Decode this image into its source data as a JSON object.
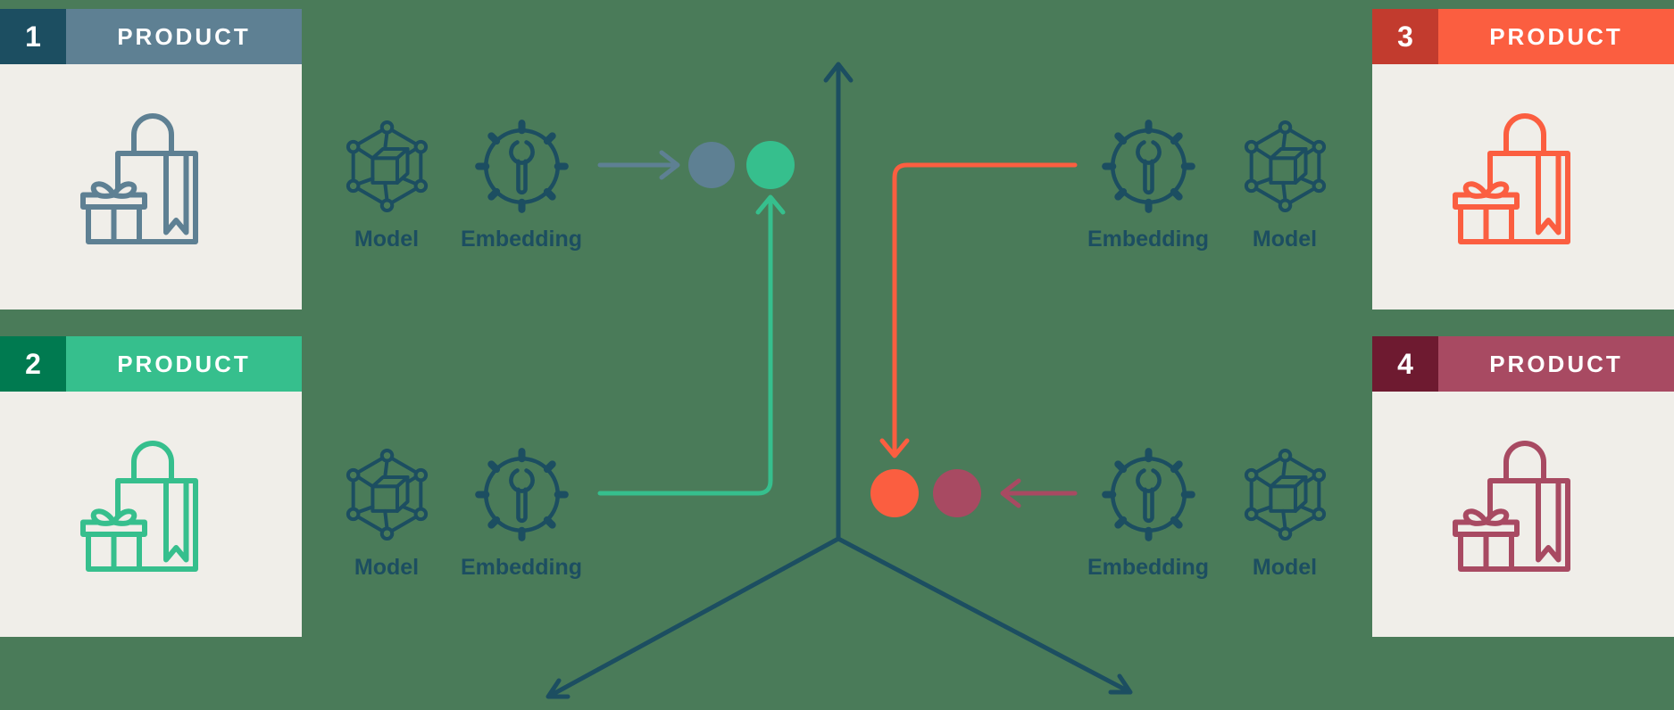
{
  "colors": {
    "background": "#4a7b59",
    "axis": "#1c4e61",
    "icon_outline": "#1c4e61",
    "card_body": "#f0eee9",
    "steel": "#5e8093",
    "green": "#36bf8d",
    "coral": "#fb5e40",
    "maroon": "#a84a62"
  },
  "cards": [
    {
      "number": "1",
      "label": "PRODUCT",
      "number_bg": "#1c4e61",
      "header_bg": "#5e8093",
      "icon_color": "#5e8093",
      "icon": "shopping-bag-gift"
    },
    {
      "number": "2",
      "label": "PRODUCT",
      "number_bg": "#007a50",
      "header_bg": "#36bf8d",
      "icon_color": "#36bf8d",
      "icon": "shopping-bag-gift"
    },
    {
      "number": "3",
      "label": "PRODUCT",
      "number_bg": "#c23b2e",
      "header_bg": "#fb5e40",
      "icon_color": "#fb5e40",
      "icon": "shopping-bag-gift"
    },
    {
      "number": "4",
      "label": "PRODUCT",
      "number_bg": "#6e1a30",
      "header_bg": "#a84a62",
      "icon_color": "#a84a62",
      "icon": "shopping-bag-gift"
    }
  ],
  "pipelines": [
    {
      "position": "top-left",
      "model_label": "Model",
      "embedding_label": "Embedding",
      "color": "#5e8093",
      "arrow": "straight-right-to-dot"
    },
    {
      "position": "bottom-left",
      "model_label": "Model",
      "embedding_label": "Embedding",
      "color": "#36bf8d",
      "arrow": "elbow-right-then-up-to-dot"
    },
    {
      "position": "top-right",
      "model_label": "Model",
      "embedding_label": "Embedding",
      "color": "#fb5e40",
      "arrow": "elbow-left-then-down-to-dot"
    },
    {
      "position": "bottom-right",
      "model_label": "Model",
      "embedding_label": "Embedding",
      "color": "#a84a62",
      "arrow": "straight-left-to-dot"
    }
  ],
  "vector_space": {
    "type": "3d-axes",
    "dots": [
      {
        "product": "1",
        "color": "#5e8093"
      },
      {
        "product": "2",
        "color": "#36bf8d"
      },
      {
        "product": "3",
        "color": "#fb5e40"
      },
      {
        "product": "4",
        "color": "#a84a62"
      }
    ]
  }
}
